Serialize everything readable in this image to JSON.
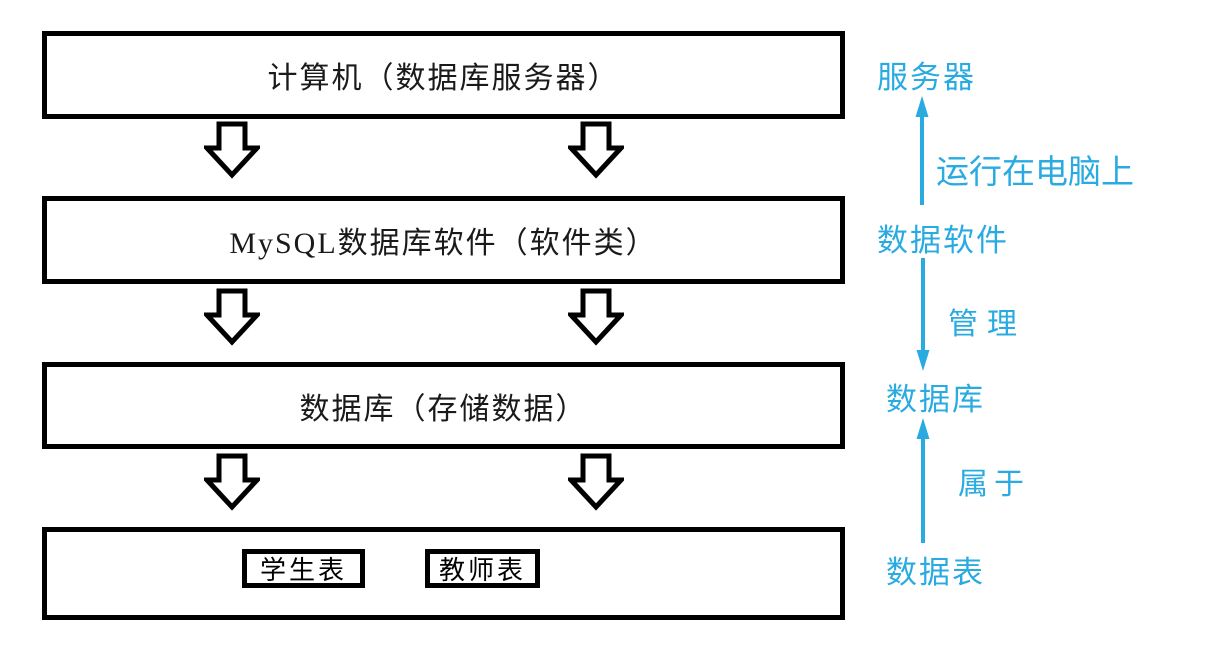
{
  "diagram": {
    "boxes": [
      {
        "name": "computer",
        "label": "计算机（数据库服务器）"
      },
      {
        "name": "mysql-software",
        "label": "MySQL数据库软件（软件类）"
      },
      {
        "name": "database",
        "label": "数据库（存储数据）"
      },
      {
        "name": "tables-container",
        "label": "",
        "inner_boxes": [
          {
            "name": "student-table",
            "label": "学生表"
          },
          {
            "name": "teacher-table",
            "label": "教师表"
          }
        ]
      }
    ],
    "right_column": {
      "labels": [
        {
          "name": "server",
          "text": "服务器"
        },
        {
          "name": "data-software",
          "text": "数据软件"
        },
        {
          "name": "database",
          "text": "数据库"
        },
        {
          "name": "data-table",
          "text": "数据表"
        }
      ],
      "arrows": [
        {
          "from": "数据软件",
          "to": "服务器",
          "direction": "up",
          "label": "运行在电脑上"
        },
        {
          "from": "数据软件",
          "to": "数据库",
          "direction": "down",
          "label": "管理"
        },
        {
          "from": "数据表",
          "to": "数据库",
          "direction": "up",
          "label": "属于"
        }
      ]
    },
    "colors": {
      "accent_blue": "#29ABE2",
      "box_border": "#000000",
      "background": "#FFFFFF"
    }
  }
}
